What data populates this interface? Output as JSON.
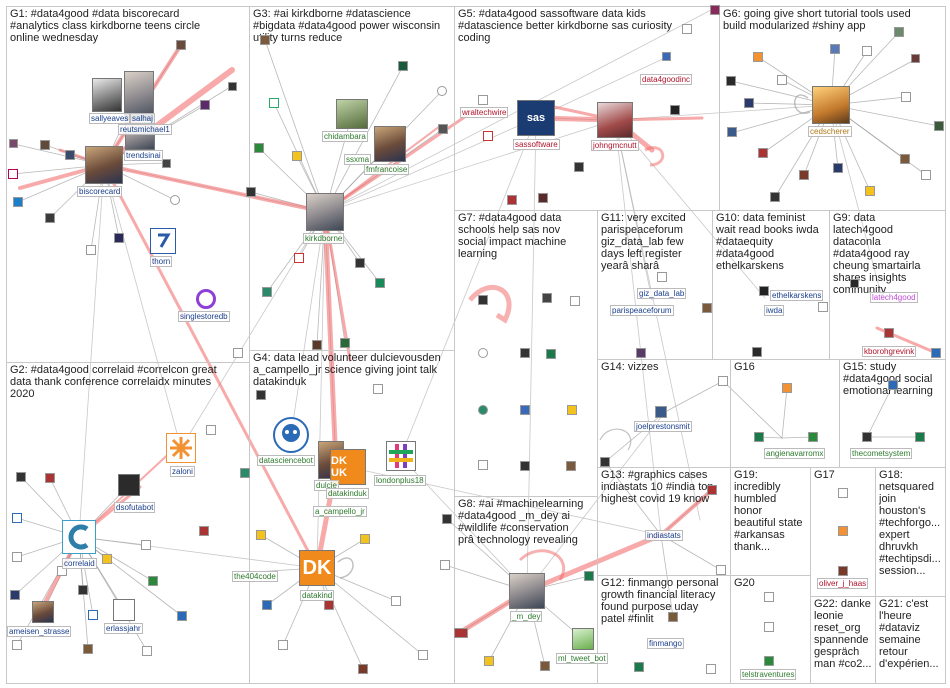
{
  "groups": [
    {
      "id": "G1",
      "title": "G1: #data4good #data biscorecard\n#analytics class kirkdborne teens circle\nonline wednesday"
    },
    {
      "id": "G3",
      "title": "G3: #ai kirkdborne #datascience\n#bigdata #data4good power wisconsin\nutility turns reduce"
    },
    {
      "id": "G5",
      "title": "G5: #data4good sassoftware data kids\n#datascience better kirkdborne sas curiosity\ncoding"
    },
    {
      "id": "G6",
      "title": "G6: going give short tutorial tools used\nbuild modularized #shiny app"
    },
    {
      "id": "G7",
      "title": "G7: #data4good data\nschools help sas nov\nsocial impact machine\nlearning"
    },
    {
      "id": "G11",
      "title": "G11: very excited\nparispeaceforum\ngiz_data_lab few\ndays left register\nyearâ sharâ"
    },
    {
      "id": "G10",
      "title": "G10: data feminist\nwait read books iwda\n#dataequity\n#data4good\nethelkarskens"
    },
    {
      "id": "G9",
      "title": "G9: data\nlatech4good\ndataconla\n#data4good ray\ncheung smartairla\nshares insights\ncommunity"
    },
    {
      "id": "G2",
      "title": "G2: #data4good correlaid #correlcon great\ndata thank conference correlaidx minutes\n2020"
    },
    {
      "id": "G4",
      "title": "G4: data lead volunteer dulcievousden\na_campello_jr science giving joint talk\ndatakinduk"
    },
    {
      "id": "G14",
      "title": "G14: vizzes"
    },
    {
      "id": "G16",
      "title": "G16"
    },
    {
      "id": "G15",
      "title": "G15: study\n#data4good social\nemotional learning"
    },
    {
      "id": "G13",
      "title": "G13: #graphics cases\nindiastats 10 #india top\nhighest covid 19 know"
    },
    {
      "id": "G8",
      "title": "G8: #ai #machinelearning\n#data4good _m_dey ai\n#wildlife #conservation\nprâ technology revealing"
    },
    {
      "id": "G19",
      "title": "G19:\nincredibly\nhumbled\nhonor\nbeautiful state\n#arkansas\nthank..."
    },
    {
      "id": "G17",
      "title": "G17"
    },
    {
      "id": "G18",
      "title": "G18:\nnetsquared\njoin\nhouston's\n#techforgo...\nexpert\ndhruvkh\n#techtipsdi...\nsession..."
    },
    {
      "id": "G12",
      "title": "G12: finmango personal\ngrowth financial literacy\nfound purpose uday\npatel #finlit"
    },
    {
      "id": "G20",
      "title": "G20"
    },
    {
      "id": "G22",
      "title": "G22: danke\nleonie\nreset_org\nspannende\ngespräch\nman #co2..."
    },
    {
      "id": "G21",
      "title": "G21: c'est\nl'heure\n#dataviz\nsemaine\nretour\nd'expérien..."
    }
  ],
  "labels": {
    "sallyeaves": "sallyeaves",
    "salhaj": "salhaj",
    "reutsmichael1": "reutsmichael1",
    "trendsinai": "trendsinai",
    "biscorecard": "biscorecard",
    "thorn": "thorn",
    "singlestoredb": "singlestoredb",
    "chidambara": "chidambara",
    "ssxma": "ssxma",
    "fmfrancoise": "fmfrancoise",
    "kirkdborne": "kirkdborne",
    "wraltechwire": "wraltechwire",
    "sassoftware": "sassoftware",
    "johngmcnutt": "johngmcnutt",
    "data4goodinc": "data4goodinc",
    "cedscherer": "cedscherer",
    "giz_data_lab": "giz_data_lab",
    "parispeaceforum": "parispeaceforum",
    "ethelkarskens": "ethelkarskens",
    "iwda": "iwda",
    "latech4good": "latech4good",
    "kborohgrevink": "kborohgrevink",
    "zaloni": "zaloni",
    "dsofutabot": "dsofutabot",
    "correlaid": "correlaid",
    "ameisen_strasse": "ameisen_strasse",
    "erlassjahr": "erlassjahr",
    "datasciencebot": "datasciencebot",
    "dulcie": "dulcie",
    "datakinduk": "datakinduk",
    "londonplus18": "londonplus18",
    "a_campello_jr": "a_campello_jr",
    "the404code": "the404code",
    "datakind": "datakind",
    "joelprestonsmit": "joelprestonsmit",
    "angienavarromx": "angienavarromx",
    "thecometsystem": "thecometsystem",
    "indiastats": "indiastats",
    "_m_dey": "_m_dey",
    "ml_tweet_bot": "ml_tweet_bot",
    "finmango": "finmango",
    "telstraventures": "telstraventures",
    "oliver_j_haas": "oliver_j_haas"
  },
  "hub_text": {
    "sas": "sas",
    "dkuk": "DK UK",
    "dk": "DK"
  },
  "colors": {
    "edge_grey": "#9a9a9a",
    "edge_red": "#f26464",
    "box_border": "#c8c8c8",
    "label_blue": "#1a3f8c",
    "label_red": "#b0142c",
    "label_green": "#2c7a2c",
    "datakind_orange": "#f08a1c"
  }
}
